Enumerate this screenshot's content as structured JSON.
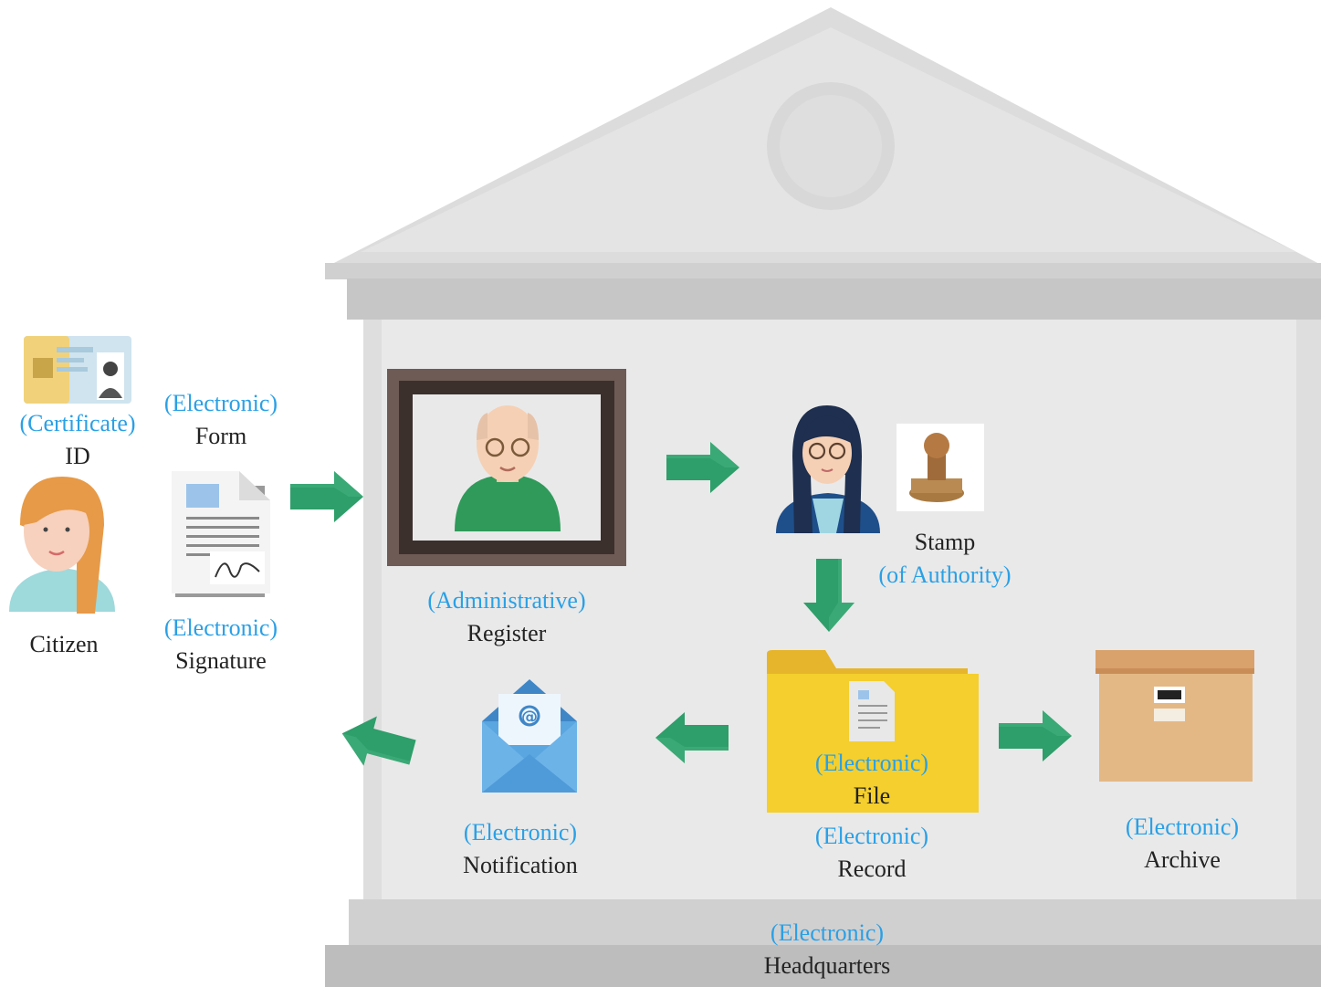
{
  "colors": {
    "building": "#e8e8e8",
    "building_roof": "#d6d6d6",
    "building_shadow": "#c9c9c9",
    "arrow": "#2e9e6a",
    "electronic_text": "#2aa0e6",
    "label_text": "#222222"
  },
  "icons": {
    "id_card": "id-card-icon",
    "citizen": "woman-avatar-icon",
    "form": "document-icon",
    "signature": "signature-icon",
    "register": "man-portrait-icon",
    "clerk": "woman-with-glasses-icon",
    "stamp": "rubber-stamp-icon",
    "file": "folder-icon",
    "archive": "archive-box-icon",
    "notification": "envelope-at-icon"
  },
  "labels": {
    "id_prefix": "(Certificate)",
    "id": "ID",
    "citizen": "Citizen",
    "form_prefix": "(Electronic)",
    "form": "Form",
    "signature_prefix": "(Electronic)",
    "signature": "Signature",
    "register_prefix": "(Administrative)",
    "register": "Register",
    "stamp": "Stamp",
    "stamp_suffix": "(of Authority)",
    "file_prefix": "(Electronic)",
    "file": "File",
    "record_prefix": "(Electronic)",
    "record": "Record",
    "archive_prefix": "(Electronic)",
    "archive": "Archive",
    "notification_prefix": "(Electronic)",
    "notification": "Notification",
    "headquarters_prefix": "(Electronic)",
    "headquarters": "Headquarters"
  }
}
